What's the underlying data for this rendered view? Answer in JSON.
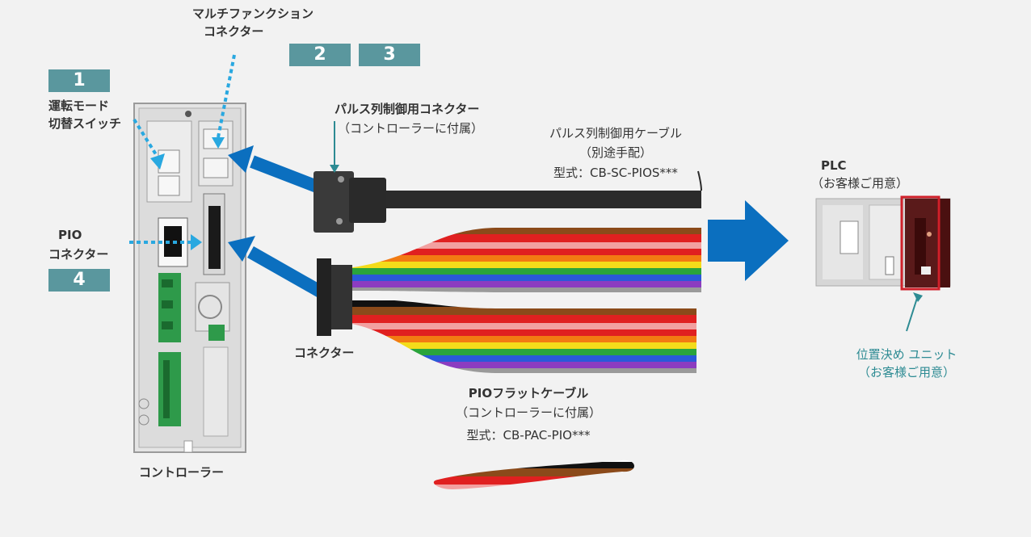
{
  "labels": {
    "multi_func_1": "マルチファンクション",
    "multi_func_2": "コネクター",
    "mode_switch_1": "運転モード",
    "mode_switch_2": "切替スイッチ",
    "pio_1": "PIO",
    "pio_2": "コネクター",
    "pulse_connector_title": "パルス列制御用コネクター",
    "pulse_connector_sub": "（コントローラーに付属）",
    "pulse_cable_title": "パルス列制御用ケーブル",
    "pulse_cable_sub": "（別途手配）",
    "pulse_cable_model": "型式：CB-SC-PIOS***",
    "plc_title": "PLC",
    "plc_sub": "（お客様ご用意）",
    "connector": "コネクター",
    "pio_flat_title": "PIOフラットケーブル",
    "pio_flat_sub": "（コントローラーに付属）",
    "pio_flat_model": "型式：CB-PAC-PIO***",
    "controller": "コントローラー",
    "positioning_unit_1": "位置決め ユニット",
    "positioning_unit_2": "（お客様ご用意）"
  },
  "badges": {
    "b1": "1",
    "b2": "2",
    "b3": "3",
    "b4": "4"
  },
  "colors": {
    "accent": "#0b6fbf",
    "badge": "#5a979e",
    "dotted": "#29a8e0",
    "highlight": "#d0202a"
  }
}
